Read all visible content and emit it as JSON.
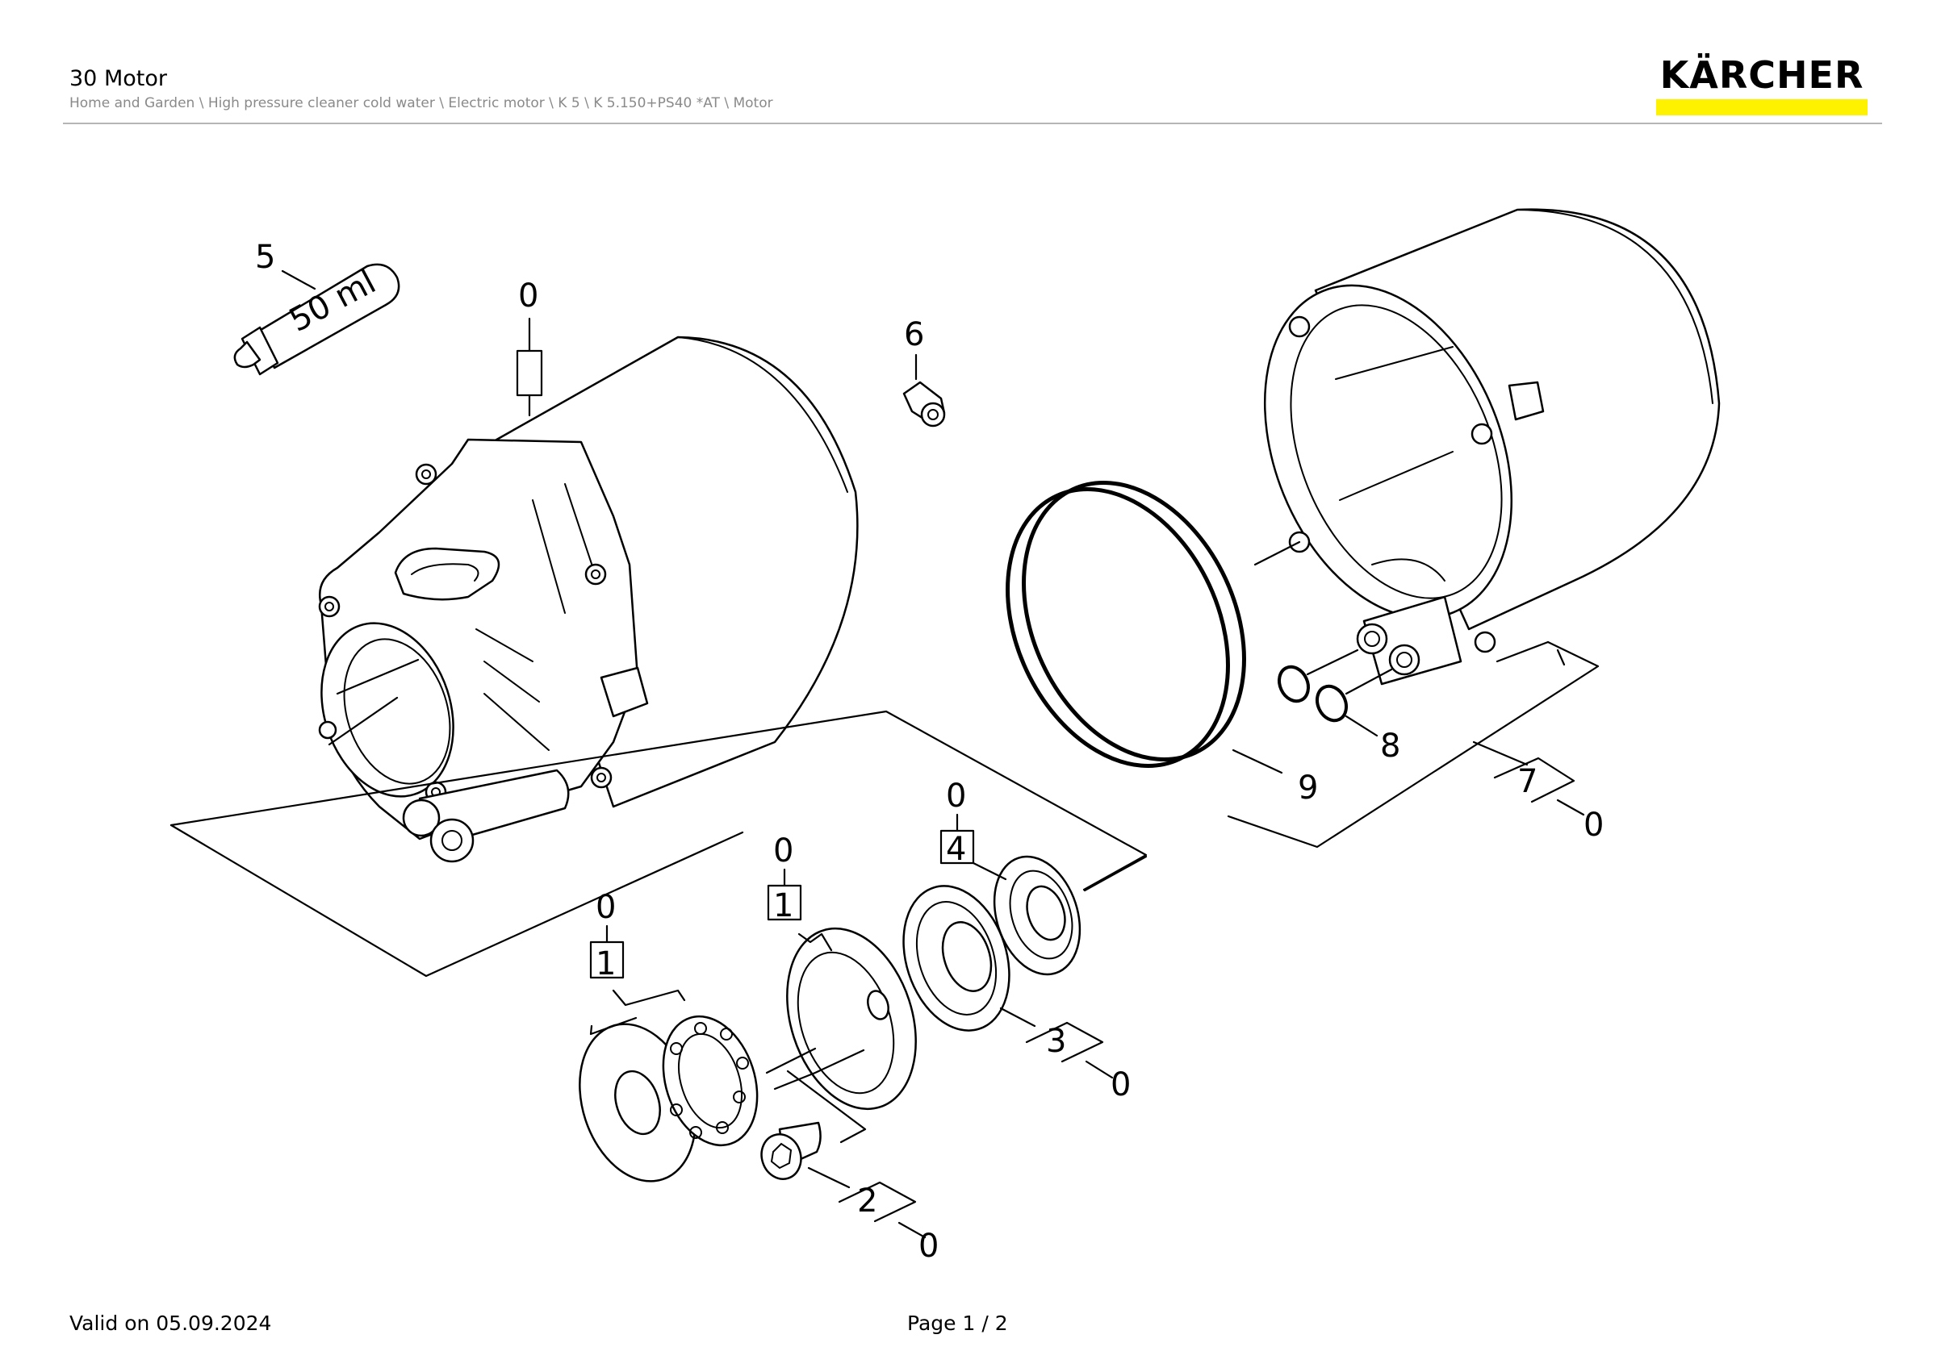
{
  "header": {
    "title": "30 Motor",
    "breadcrumb": "Home and Garden \\ High pressure cleaner cold water \\ Electric motor \\ K 5 \\ K 5.150+PS40 *AT \\ Motor"
  },
  "brand": {
    "name": "KÄRCHER",
    "bar_color": "#fff200"
  },
  "diagram": {
    "tube_label": "50 ml",
    "callouts": [
      "5",
      "0",
      "6",
      "9",
      "8",
      "7",
      "0",
      "0",
      "4",
      "0",
      "1",
      "0",
      "1",
      "3",
      "0",
      "2",
      "0"
    ]
  },
  "footer": {
    "valid": "Valid on 05.09.2024",
    "page": "Page 1 / 2"
  }
}
